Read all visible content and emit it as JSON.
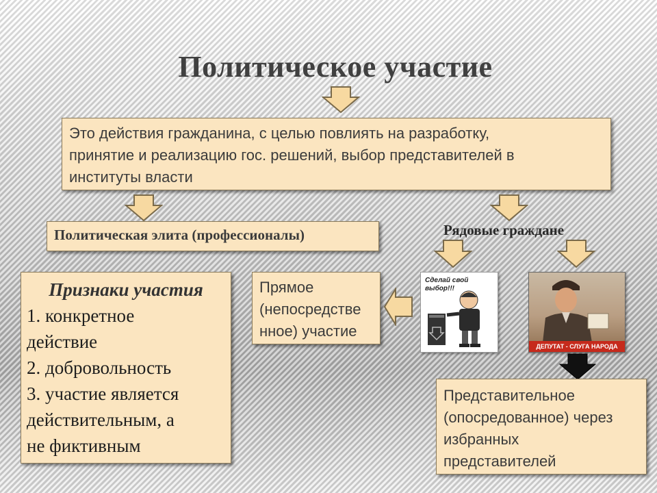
{
  "title": "Политическое участие",
  "definition": {
    "lines": [
      "Это действия гражданина, с целью повлиять на разработку,",
      "принятие и реализацию гос. решений, выбор представителей в",
      "институты власти"
    ]
  },
  "elite_label": "Политическая элита (профессионалы)",
  "citizens_label": "Рядовые граждане",
  "signs": {
    "heading": "Признаки участия",
    "items": [
      "1. конкретное",
      "действие",
      "2. добровольность",
      "3. участие является",
      "действительным, а",
      "не фиктивным"
    ]
  },
  "direct": {
    "lines": [
      "Прямое",
      "(непосредстве",
      "нное) участие"
    ]
  },
  "representative": {
    "lines": [
      "Представительное",
      "(опосредованное) через",
      "избранных",
      "представителей"
    ]
  },
  "poster_vote": {
    "caption_line1": "Сделай свой",
    "caption_line2": "выбор!!!"
  },
  "poster_deputy": {
    "banner": "ДЕПУТАТ - СЛУГА НАРОДА"
  },
  "colors": {
    "box_fill": "#fbe5c0",
    "arrow_fill": "#f7d9a1",
    "arrow_stroke": "#7a6a4a",
    "black_arrow": "#111111"
  }
}
